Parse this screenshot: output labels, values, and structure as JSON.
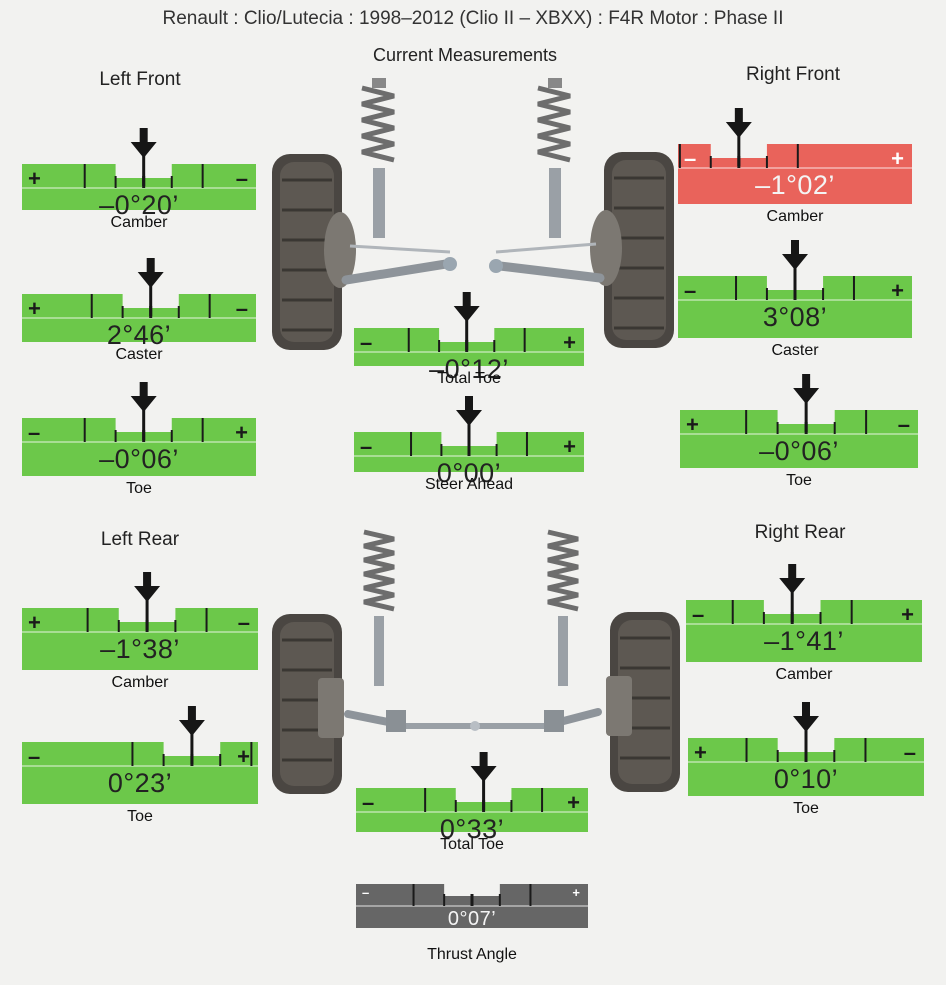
{
  "header": {
    "title": "Renault : Clio/Lutecia : 1998–2012 (Clio II – XBXX) : F4R Motor : Phase II",
    "subtitle": "Current Measurements"
  },
  "colors": {
    "in_spec": "#6cc84a",
    "out_of_spec": "#e9635b",
    "neutral": "#666666"
  },
  "sections": {
    "left_front": "Left Front",
    "right_front": "Right Front",
    "left_rear": "Left Rear",
    "right_rear": "Right Rear"
  },
  "gauges": {
    "lf_camber": {
      "value": "–0°20’",
      "label": "Camber",
      "left_sign": "+",
      "right_sign": "–",
      "status": "in_spec"
    },
    "lf_caster": {
      "value": "2°46’",
      "label": "Caster",
      "left_sign": "+",
      "right_sign": "–",
      "status": "in_spec"
    },
    "lf_toe": {
      "value": "–0°06’",
      "label": "Toe",
      "left_sign": "–",
      "right_sign": "+",
      "status": "in_spec"
    },
    "rf_camber": {
      "value": "–1°02’",
      "label": "Camber",
      "left_sign": "–",
      "right_sign": "+",
      "status": "out_of_spec"
    },
    "rf_caster": {
      "value": "3°08’",
      "label": "Caster",
      "left_sign": "–",
      "right_sign": "+",
      "status": "in_spec"
    },
    "rf_toe": {
      "value": "–0°06’",
      "label": "Toe",
      "left_sign": "+",
      "right_sign": "–",
      "status": "in_spec"
    },
    "front_total_toe": {
      "value": "–0°12’",
      "label": "Total Toe",
      "left_sign": "–",
      "right_sign": "+",
      "status": "in_spec"
    },
    "steer_ahead": {
      "value": "0°00’",
      "label": "Steer Ahead",
      "left_sign": "–",
      "right_sign": "+",
      "status": "in_spec"
    },
    "lr_camber": {
      "value": "–1°38’",
      "label": "Camber",
      "left_sign": "+",
      "right_sign": "–",
      "status": "in_spec"
    },
    "lr_toe": {
      "value": "0°23’",
      "label": "Toe",
      "left_sign": "–",
      "right_sign": "+",
      "status": "in_spec"
    },
    "rr_camber": {
      "value": "–1°41’",
      "label": "Camber",
      "left_sign": "–",
      "right_sign": "+",
      "status": "in_spec"
    },
    "rr_toe": {
      "value": "0°10’",
      "label": "Toe",
      "left_sign": "+",
      "right_sign": "–",
      "status": "in_spec"
    },
    "rear_total_toe": {
      "value": "0°33’",
      "label": "Total Toe",
      "left_sign": "–",
      "right_sign": "+",
      "status": "in_spec"
    },
    "thrust_angle": {
      "value": "0°07’",
      "label": "Thrust Angle",
      "left_sign": "–",
      "right_sign": "+",
      "status": "neutral"
    }
  }
}
